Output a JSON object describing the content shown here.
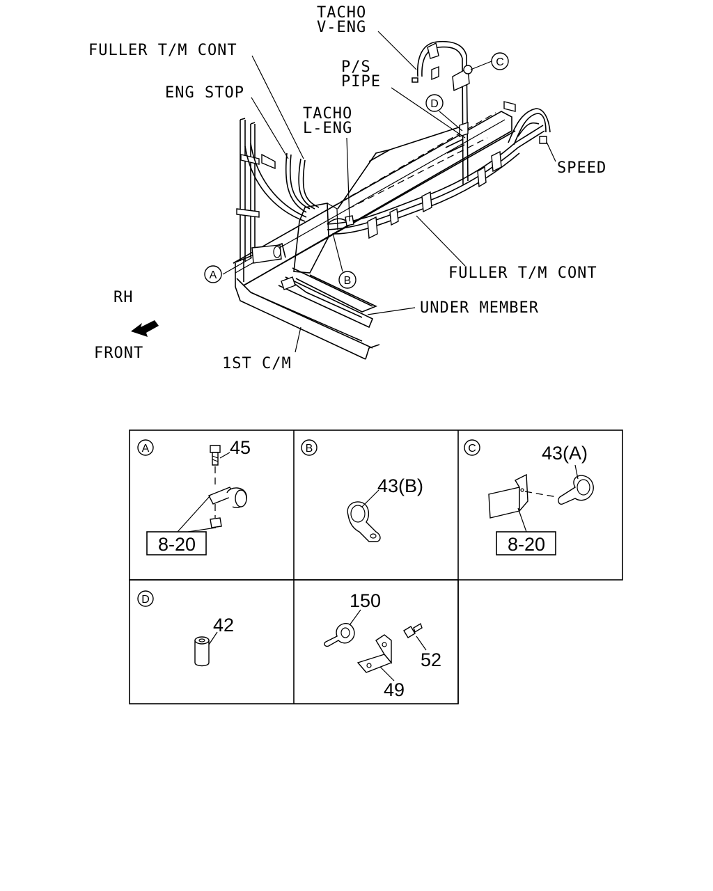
{
  "labels": {
    "tacho_v_eng_1": "TACHO",
    "tacho_v_eng_2": "V-ENG",
    "fuller_tm_cont_top": "FULLER T/M CONT",
    "ps_pipe_1": "P/S",
    "ps_pipe_2": "PIPE",
    "eng_stop": "ENG STOP",
    "tacho_l_eng_1": "TACHO",
    "tacho_l_eng_2": "L-ENG",
    "speed": "SPEED",
    "fuller_tm_cont_bottom": "FULLER T/M CONT",
    "under_member": "UNDER MEMBER",
    "rh": "RH",
    "front": "FRONT",
    "first_cm": "1ST C/M"
  },
  "callouts": {
    "a": "A",
    "b": "B",
    "c": "C",
    "d": "D"
  },
  "detail_panels": {
    "a": {
      "letter": "A",
      "bolt": "45",
      "ref": "8-20"
    },
    "b": {
      "letter": "B",
      "clip": "43(B)"
    },
    "c": {
      "letter": "C",
      "clip": "43(A)",
      "ref": "8-20"
    },
    "d": {
      "letter": "D",
      "spacer": "42"
    },
    "e": {
      "clip": "150",
      "bolt": "52",
      "bracket": "49"
    }
  }
}
